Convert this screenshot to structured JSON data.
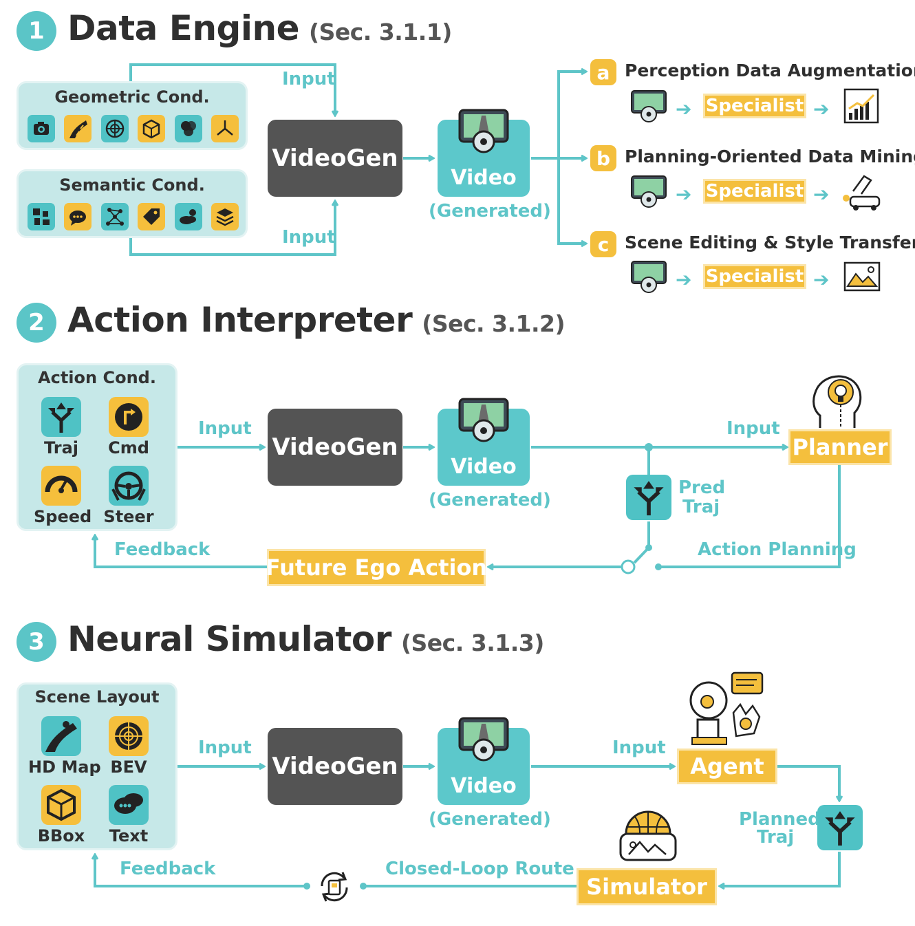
{
  "colors": {
    "teal": "#5ec5c8",
    "gold": "#f4bf3d",
    "dark": "#545454",
    "panel": "#c6e8e8"
  },
  "section1": {
    "number": "1",
    "title": "Data Engine",
    "ref": "(Sec. 3.1.1)",
    "geometric_title": "Geometric Cond.",
    "semantic_title": "Semantic Cond.",
    "input_top": "Input",
    "input_bottom": "Input",
    "videogen": "VideoGen",
    "video": "Video",
    "generated": "(Generated)",
    "tasks": [
      {
        "letter": "a",
        "label": "Perception Data Augmentation",
        "specialist": "Specialist"
      },
      {
        "letter": "b",
        "label": "Planning-Oriented Data Mining",
        "specialist": "Specialist"
      },
      {
        "letter": "c",
        "label": "Scene Editing & Style Transfer",
        "specialist": "Specialist"
      }
    ]
  },
  "section2": {
    "number": "2",
    "title": "Action Interpreter",
    "ref": "(Sec. 3.1.2)",
    "panel_title": "Action Cond.",
    "items": [
      "Traj",
      "Cmd",
      "Speed",
      "Steer"
    ],
    "input_left": "Input",
    "input_right": "Input",
    "videogen": "VideoGen",
    "video": "Video",
    "generated": "(Generated)",
    "planner": "Planner",
    "pred": "Pred",
    "traj": "Traj",
    "action_planning": "Action Planning",
    "future_ego": "Future Ego Action",
    "feedback": "Feedback"
  },
  "section3": {
    "number": "3",
    "title": "Neural Simulator",
    "ref": "(Sec. 3.1.3)",
    "panel_title": "Scene Layout",
    "items": [
      "HD Map",
      "BEV",
      "BBox",
      "Text"
    ],
    "input_left": "Input",
    "input_right": "Input",
    "videogen": "VideoGen",
    "video": "Video",
    "generated": "(Generated)",
    "agent": "Agent",
    "planned": "Planned",
    "traj": "Traj",
    "simulator": "Simulator",
    "closed_loop": "Closed-Loop Route",
    "feedback": "Feedback"
  }
}
